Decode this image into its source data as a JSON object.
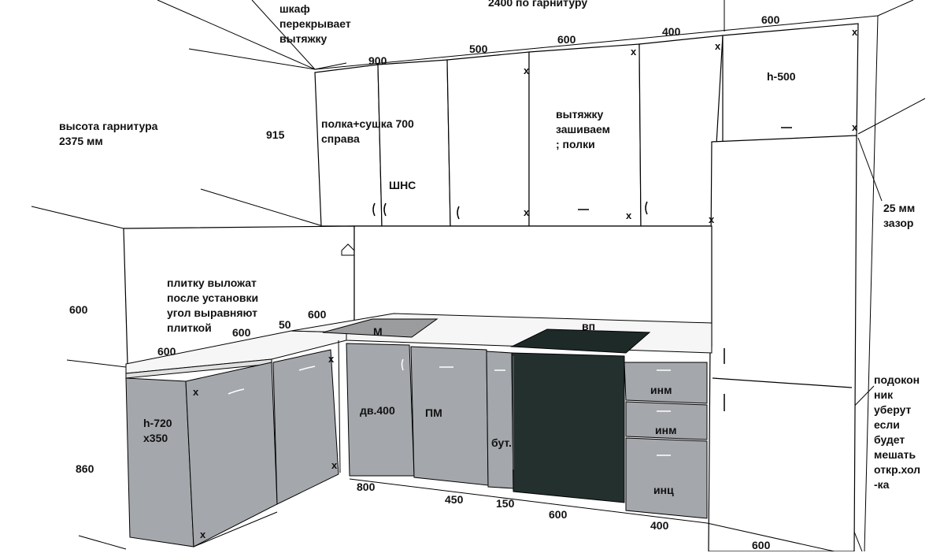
{
  "labels": {
    "top_total": "2400 по гарнитуру",
    "cabinet_overlap": "шкаф\nперекрывает\nвытяжку",
    "kitchen_height": "высота гарнитура\n2375 мм",
    "upper_height": "915",
    "shelf_dryer": "полка+сушка 700\nсправа",
    "shns": "ШНС",
    "hood_sewn": "вытяжку\nзашиваем\n; полки",
    "top_h500": "h-500",
    "gap": "25 мм\nзазор",
    "tiles": "плитку выложат\nпосле установки\nугол выравняют\nплиткой",
    "backsplash_h": "600",
    "sink_label": "М",
    "hob_label": "вп",
    "corner_h720": "h-720\nх350",
    "base_height": "860",
    "dv400": "дв.400",
    "pm": "ПМ",
    "but": "бут.",
    "inm1": "инм",
    "inm2": "инм",
    "inc": "инц",
    "sill_note": "подокон\nник\nуберут\nесли\nбудет\nмешать\nоткр.хол\n-ка"
  },
  "dimensions": {
    "upper_900": "900",
    "upper_500": "500",
    "upper_600": "600",
    "upper_400": "400",
    "upper_600r": "600",
    "ctr_600a": "600",
    "ctr_50": "50",
    "ctr_600b": "600",
    "ctr_600c": "600",
    "base_800": "800",
    "base_450": "450",
    "base_150": "150",
    "base_600": "600",
    "base_400": "400",
    "base_600r": "600"
  },
  "marker": "x",
  "colors": {
    "line": "#000000",
    "cabinet_fill": "#ffffff",
    "base_front": "#a4a7ab",
    "base_front_dark": "#8e9196",
    "countertop": "#f6f6f6",
    "sink": "#9a9c9e",
    "hob": "#1e2a28",
    "oven": "#24302e"
  }
}
